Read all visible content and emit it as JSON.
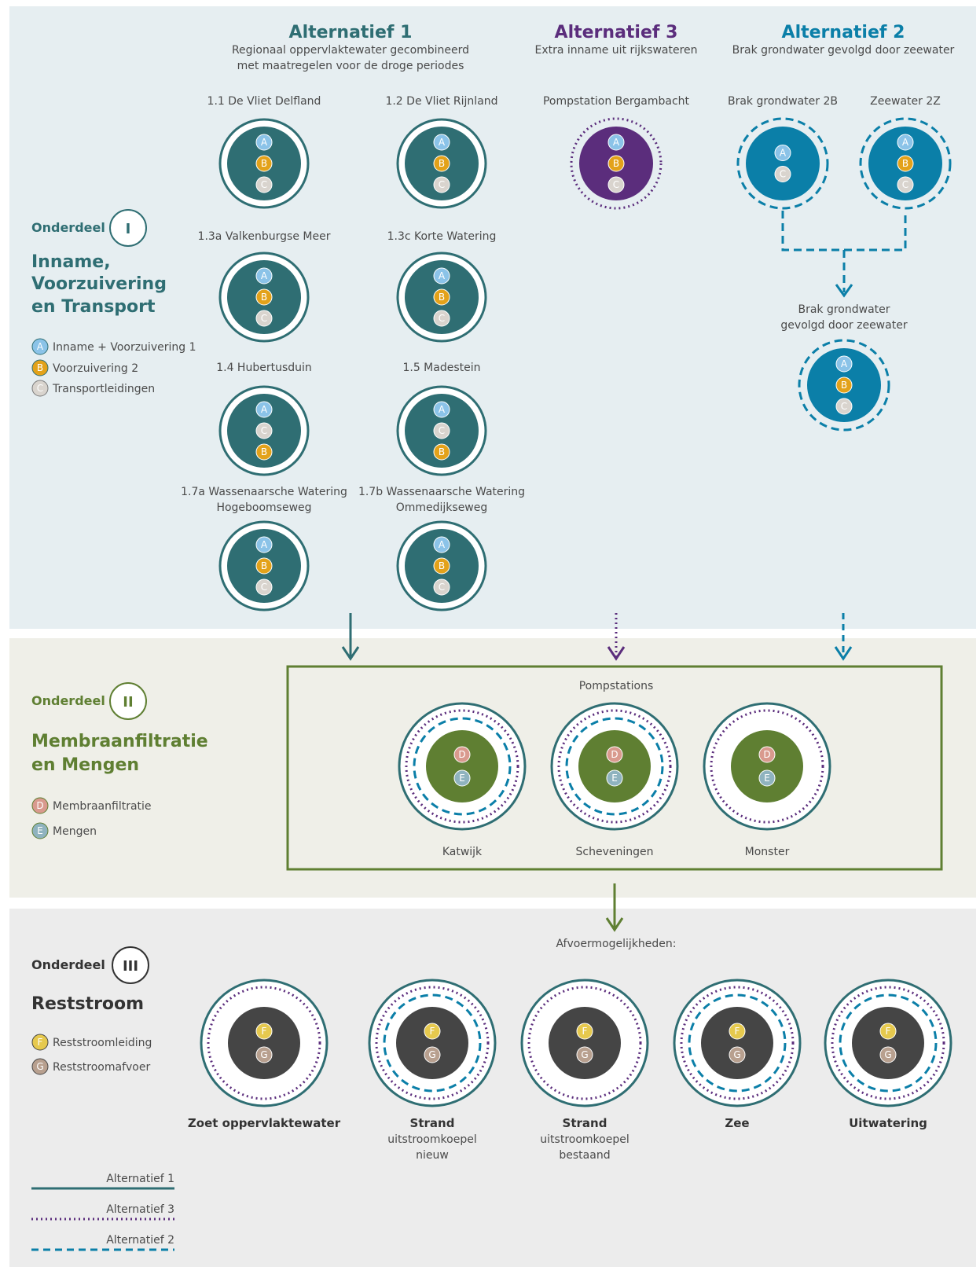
{
  "colors": {
    "alt1": "#2f6e73",
    "alt3": "#5b2d7c",
    "alt2": "#0b7fa8",
    "green": "#5f7f32",
    "dark": "#454545",
    "bg1": "#e6eef1",
    "bg2": "#efefe8",
    "bg3": "#ececec",
    "node_a": "#8bc3e8",
    "node_b": "#e3a21a",
    "node_c": "#d9d4ce",
    "node_d": "#d99a8e",
    "node_e": "#8fb3bf",
    "node_f": "#e6c94e",
    "node_g": "#b8a08f"
  },
  "headers": {
    "alt1": {
      "title": "Alternatief 1",
      "sub1": "Regionaal oppervlaktewater gecombineerd",
      "sub2": "met maatregelen voor de droge periodes"
    },
    "alt3": {
      "title": "Alternatief 3",
      "sub1": "Extra inname uit rijkswateren"
    },
    "alt2": {
      "title": "Alternatief 2",
      "sub1": "Brak grondwater gevolgd door zeewater"
    }
  },
  "section1": {
    "onderdeel": "Onderdeel",
    "numeral": "I",
    "title1": "Inname,",
    "title2": "Voorzuivering",
    "title3": "en Transport",
    "legend": [
      {
        "letter": "A",
        "label": "Inname + Voorzuivering 1"
      },
      {
        "letter": "B",
        "label": "Voorzuivering 2"
      },
      {
        "letter": "C",
        "label": "Transportleidingen"
      }
    ]
  },
  "alt1_nodes": [
    {
      "label1": "1.1 De Vliet Delfland",
      "label2": "",
      "letters": [
        "A",
        "B",
        "C"
      ]
    },
    {
      "label1": "1.2 De Vliet Rijnland",
      "label2": "",
      "letters": [
        "A",
        "B",
        "C"
      ]
    },
    {
      "label1": "1.3a Valkenburgse Meer",
      "label2": "",
      "letters": [
        "A",
        "B",
        "C"
      ]
    },
    {
      "label1": "1.3c Korte Watering",
      "label2": "",
      "letters": [
        "A",
        "B",
        "C"
      ]
    },
    {
      "label1": "1.4 Hubertusduin",
      "label2": "",
      "letters": [
        "A",
        "C",
        "B"
      ]
    },
    {
      "label1": "1.5 Madestein",
      "label2": "",
      "letters": [
        "A",
        "C",
        "B"
      ]
    },
    {
      "label1": "1.7a Wassenaarsche Watering",
      "label2": "Hogeboomseweg",
      "letters": [
        "A",
        "B",
        "C"
      ]
    },
    {
      "label1": "1.7b Wassenaarsche Watering",
      "label2": "Ommedijkseweg",
      "letters": [
        "A",
        "B",
        "C"
      ]
    }
  ],
  "alt3_node": {
    "label": "Pompstation Bergambacht",
    "letters": [
      "A",
      "B",
      "C"
    ]
  },
  "alt2_nodes": [
    {
      "label": "Brak grondwater 2B",
      "letters": [
        "A",
        "C"
      ]
    },
    {
      "label": "Zeewater 2Z",
      "letters": [
        "A",
        "B",
        "C"
      ]
    }
  ],
  "alt2_combined": {
    "label1": "Brak grondwater",
    "label2": "gevolgd door zeewater",
    "letters": [
      "A",
      "B",
      "C"
    ]
  },
  "section2": {
    "onderdeel": "Onderdeel",
    "numeral": "II",
    "title1": "Membraanfiltratie",
    "title2": "en Mengen",
    "legend": [
      {
        "letter": "D",
        "label": "Membraanfiltratie"
      },
      {
        "letter": "E",
        "label": "Mengen"
      }
    ],
    "box_title": "Pompstations",
    "stations": [
      {
        "label": "Katwijk",
        "alt2": true
      },
      {
        "label": "Scheveningen",
        "alt2": true
      },
      {
        "label": "Monster",
        "alt2": false
      }
    ]
  },
  "section3": {
    "onderdeel": "Onderdeel",
    "numeral": "III",
    "title1": "Reststroom",
    "legend": [
      {
        "letter": "F",
        "label": "Reststroomleiding"
      },
      {
        "letter": "G",
        "label": "Reststroomafvoer"
      }
    ],
    "subtitle": "Afvoermogelijkheden:",
    "outlets": [
      {
        "bold": "Zoet oppervlaktewater",
        "line2": "",
        "line3": "",
        "alt2": false
      },
      {
        "bold": "Strand",
        "line2": "uitstroomkoepel",
        "line3": "nieuw",
        "alt2": true
      },
      {
        "bold": "Strand",
        "line2": "uitstroomkoepel",
        "line3": "bestaand",
        "alt2": false
      },
      {
        "bold": "Zee",
        "line2": "",
        "line3": "",
        "alt2": true
      },
      {
        "bold": "Uitwatering",
        "line2": "",
        "line3": "",
        "alt2": true
      }
    ]
  },
  "legend_lines": [
    {
      "label": "Alternatief 1",
      "style": "solid"
    },
    {
      "label": "Alternatief 3",
      "style": "dotted"
    },
    {
      "label": "Alternatief 2",
      "style": "dashed"
    }
  ]
}
